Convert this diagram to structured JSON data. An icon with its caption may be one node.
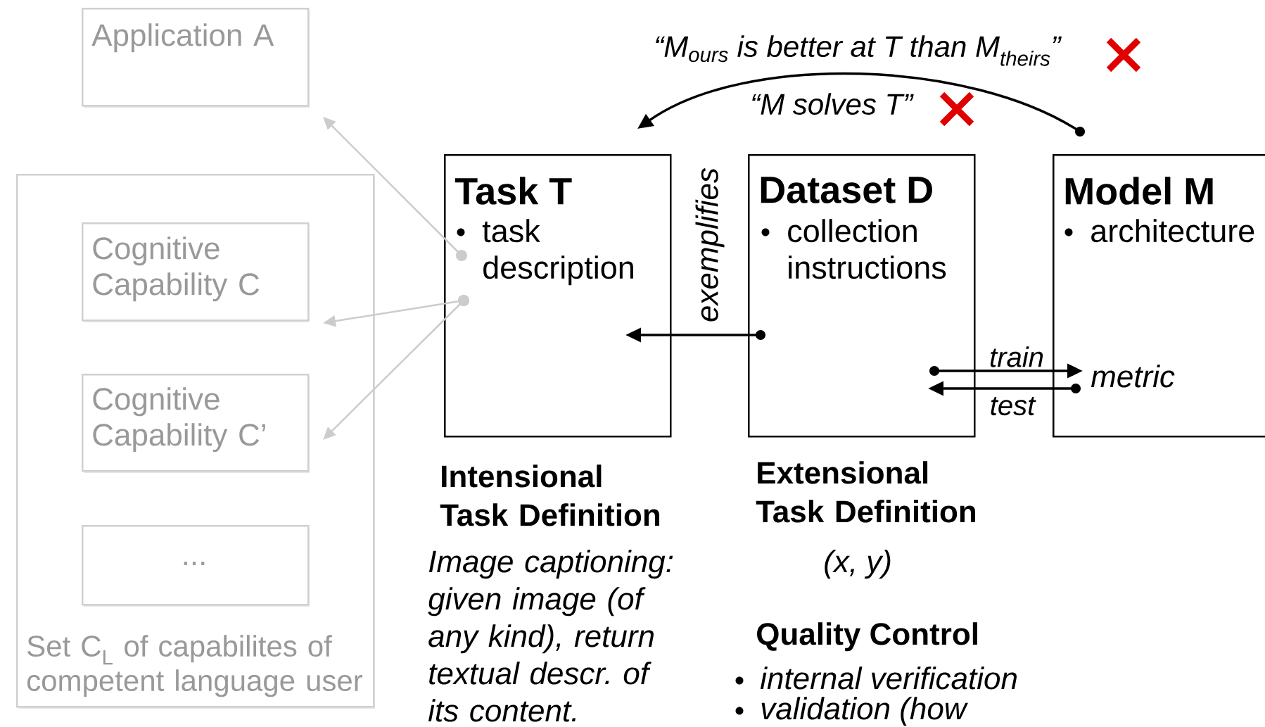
{
  "diagram": {
    "nodes": [
      {
        "text": [
          "Application A"
        ]
      },
      {
        "text": [
          "Set C$_{L}$ of capabilites of competent language user"
        ]
      },
      {
        "text": [
          "Cognitive Capability C"
        ],
        "in": 1
      },
      {
        "text": [
          "Cognitive Capability C’"
        ],
        "in": 1
      },
      {
        "text": [
          "..."
        ],
        "in": 1
      },
      {
        "text": [
          "Task T",
          "task description"
        ]
      },
      {
        "text": [
          "Dataset D",
          "collection instructions"
        ]
      },
      {
        "text": [
          "Model M",
          "architecture",
          "metric"
        ]
      }
    ],
    "edges": [
      {
        "from": 5,
        "to": 0,
        "arrow": "to",
        "color": "#cccccc"
      },
      {
        "from": 5,
        "to": 2,
        "arrow": "to",
        "color": "#cccccc"
      },
      {
        "from": 5,
        "to": 3,
        "arrow": "to",
        "color": "#cccccc"
      },
      {
        "from": 6,
        "to": 5,
        "arrow": "to",
        "label": "exemplifies",
        "color": "#000000"
      },
      {
        "from": 7,
        "to": 5,
        "arrow": "to",
        "color": "#000000"
      },
      {
        "from": 6,
        "to": 7,
        "arrow": "to",
        "label": "train",
        "color": "#000000"
      },
      {
        "from": 7,
        "to": 6,
        "arrow": "to",
        "label": "test",
        "color": "#000000"
      }
    ],
    "labels": [
      "“M$_{ours}$ is better at T than M$_{theirs}$”",
      "“M solves T”",
      "Intensional Task Definition",
      "Image captioning: given image (of any kind), return textual descr. of its content.",
      "Extensional Task Definition",
      "(x, y)",
      "Quality Control",
      "internal verification",
      "validation (how"
    ]
  }
}
